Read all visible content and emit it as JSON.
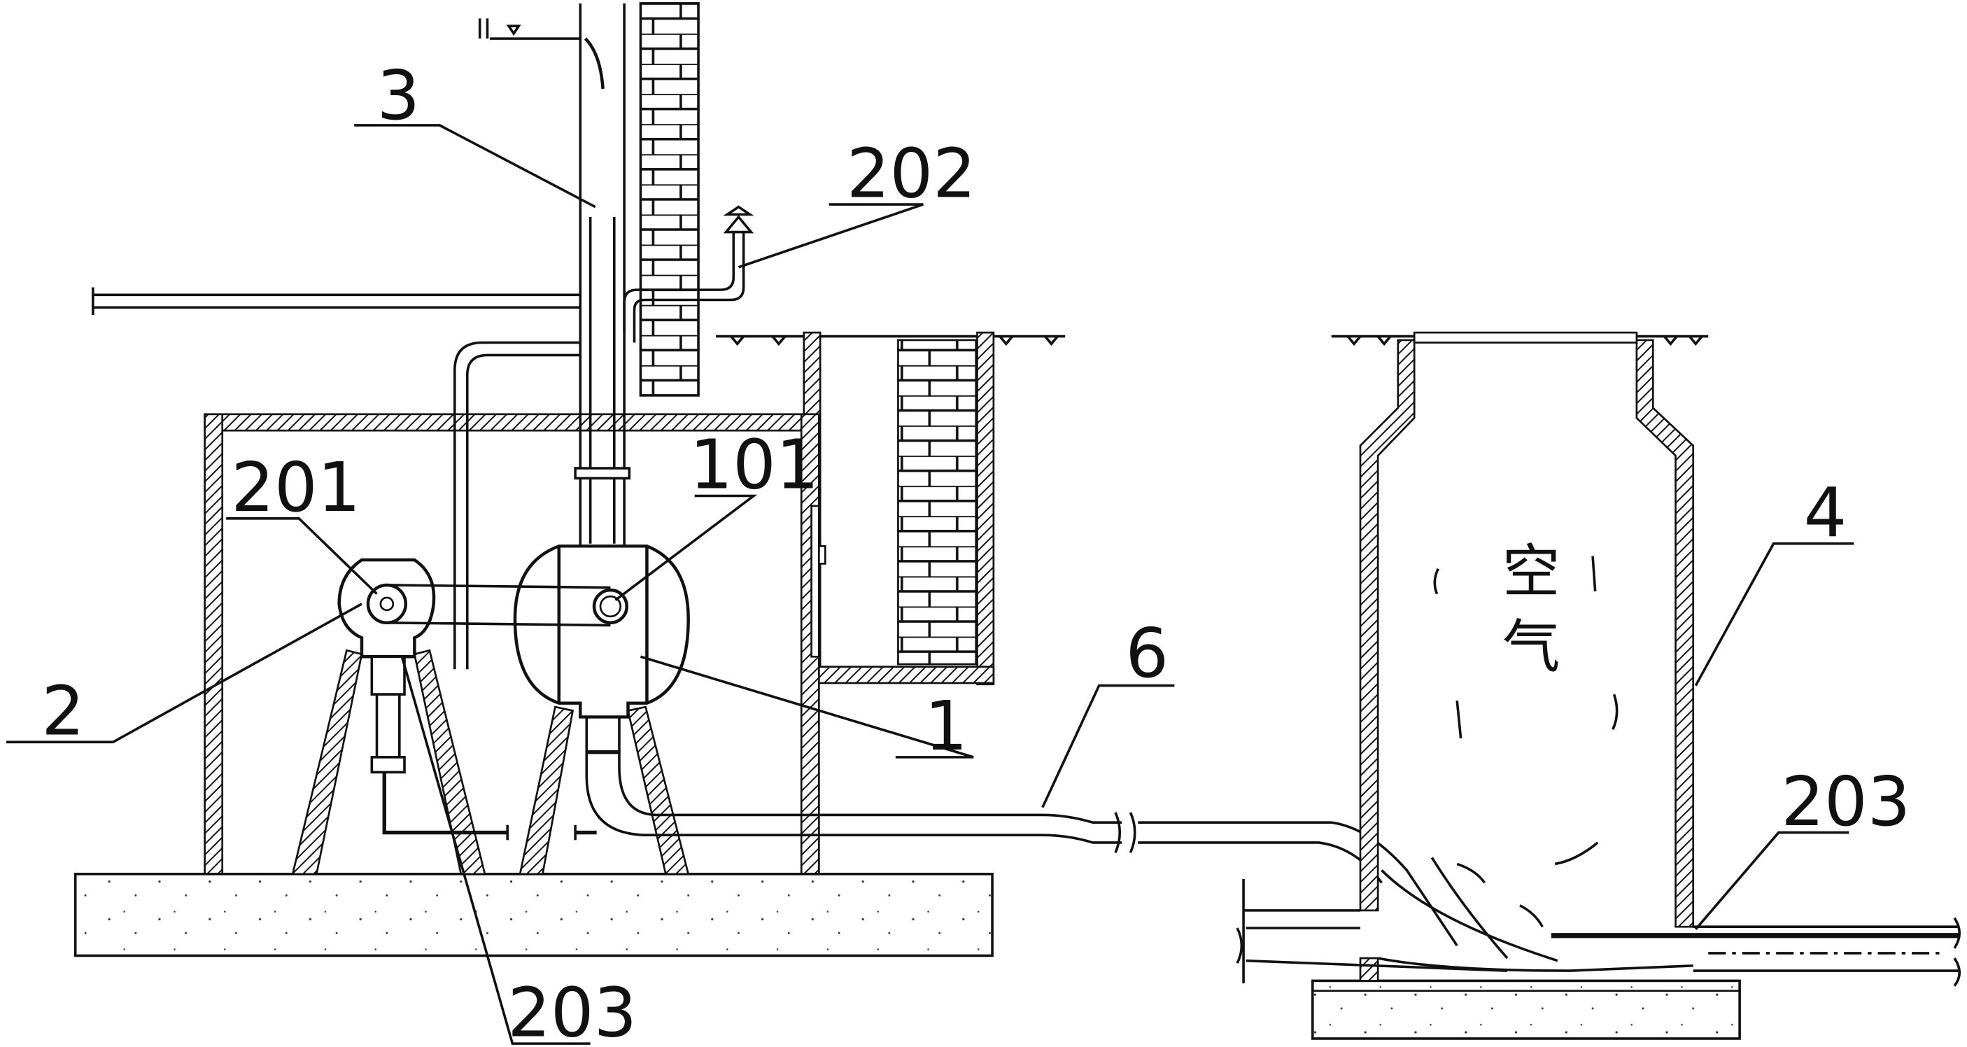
{
  "labels": {
    "tank_1": "1",
    "unit_2": "2",
    "pipe_3": "3",
    "well_4": "4",
    "pipe_6": "6",
    "port_101": "101",
    "port_201": "201",
    "vent_202": "202",
    "outlet_203_left": "203",
    "outlet_203_right": "203"
  },
  "well_text": {
    "char_1": "空",
    "char_2": "气"
  },
  "colors": {
    "line": "#111111",
    "hatch": "#111111",
    "background": "#ffffff"
  }
}
